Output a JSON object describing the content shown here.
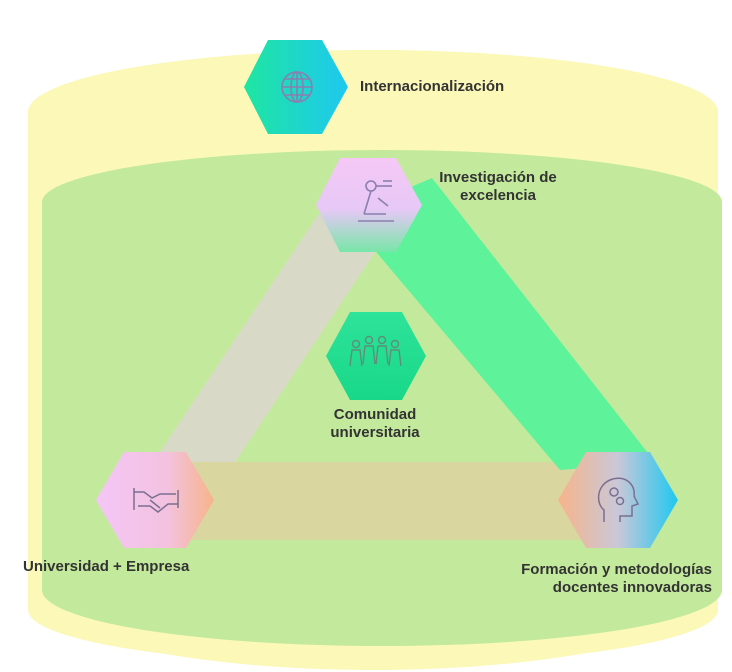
{
  "diagram": {
    "nodes": {
      "internacionalizacion": {
        "label": "Internacionalización",
        "icon": "globe-icon"
      },
      "investigacion": {
        "label_lines": [
          "Investigación de",
          "excelencia"
        ],
        "icon": "microscope-icon"
      },
      "comunidad": {
        "label_lines": [
          "Comunidad",
          "universitaria"
        ],
        "icon": "people-icon"
      },
      "universidad_empresa": {
        "label": "Universidad + Empresa",
        "icon": "handshake-icon"
      },
      "formacion": {
        "label_lines": [
          "Formación y metodologías",
          "docentes innovadoras"
        ],
        "icon": "head-gears-icon"
      }
    },
    "colors": {
      "outer_ellipse": "#fbf8b8",
      "inner_ellipse": "#c3ea9c",
      "band_left": "#d9d9c8",
      "band_right": "#5ef29a",
      "band_bottom": "#d9d6a0",
      "hex_teal_start": "#1ee6a0",
      "hex_teal_end": "#1ec8f0",
      "hex_pink": "#f2c8f5",
      "hex_peach": "#f7b78a",
      "hex_green": "#22e38f"
    }
  }
}
